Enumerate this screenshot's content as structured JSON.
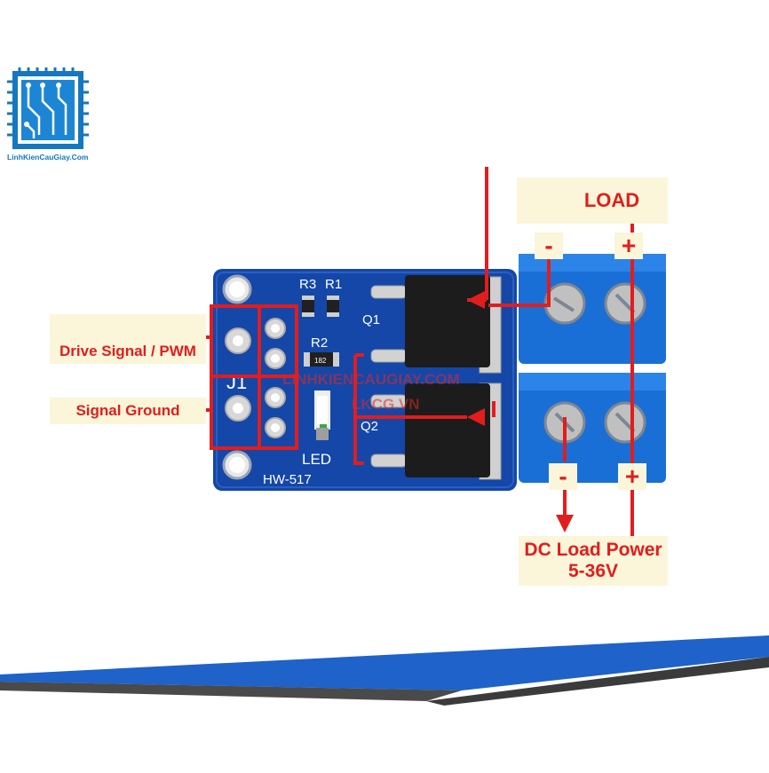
{
  "logo": {
    "text": "LinhKienCauGiay.Com"
  },
  "labels": {
    "load": "LOAD",
    "drive_signal": "Drive Signal / PWM",
    "signal_ground": "Signal Ground",
    "dc_power_line1": "DC Load Power",
    "dc_power_line2": "5-36V",
    "load_minus": "-",
    "load_plus": "+",
    "power_minus": "-",
    "power_plus": "+"
  },
  "board": {
    "model": "HW-517",
    "r3": "R3",
    "r1": "R1",
    "r2": "R2",
    "q1": "Q1",
    "q2": "Q2",
    "j1": "J1",
    "led": "LED",
    "resistor_code": "182"
  },
  "watermark": {
    "line1": "LINHKIENCAUGIAY.COM",
    "line2": "LKCG.VN"
  },
  "colors": {
    "pcb": "#1447a8",
    "terminal": "#1a6fd6",
    "annotation": "#e21d1d",
    "label_bg": "#fbf6d9",
    "brand": "#1577bf"
  }
}
